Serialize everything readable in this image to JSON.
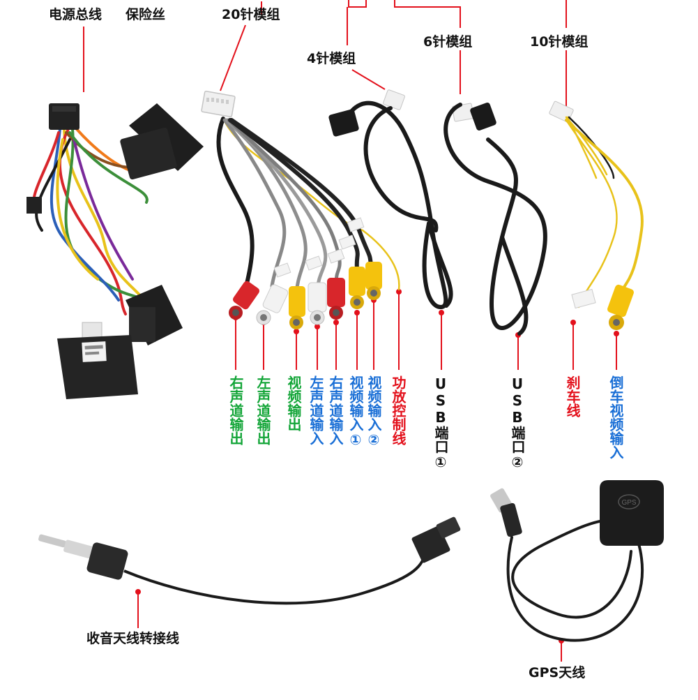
{
  "top_labels": {
    "power_main": "电源总线",
    "fuse": "保险丝",
    "pin20": "20针模组",
    "pin4": "4针模组",
    "pin6": "6针模组",
    "pin10": "10针模组"
  },
  "rca_labels": {
    "right_out": "右声道输出",
    "left_out": "左声道输出",
    "video_out": "视频输出",
    "left_in": "左声道输入",
    "right_in": "右声道输入",
    "video_in_1": "视频输入①",
    "video_in_2": "视频输入②",
    "amp_ctrl": "功放控制线"
  },
  "usb_labels": {
    "usb1": "USB端口①",
    "usb2": "USB端口②"
  },
  "cam_labels": {
    "brake": "刹车线",
    "reverse_video": "倒车视频输入"
  },
  "bottom_labels": {
    "radio_adapter": "收音天线转接线",
    "gps": "GPS天线"
  },
  "gps_puck_text": "GPS",
  "colors": {
    "callout": "#e3101b",
    "green_text": "#13a538",
    "blue_text": "#1a6fd6",
    "red_text": "#e3101b",
    "cable_black": "#1a1a1a",
    "cable_gray": "#8a8a8a",
    "cable_yellow": "#e8c21a"
  }
}
